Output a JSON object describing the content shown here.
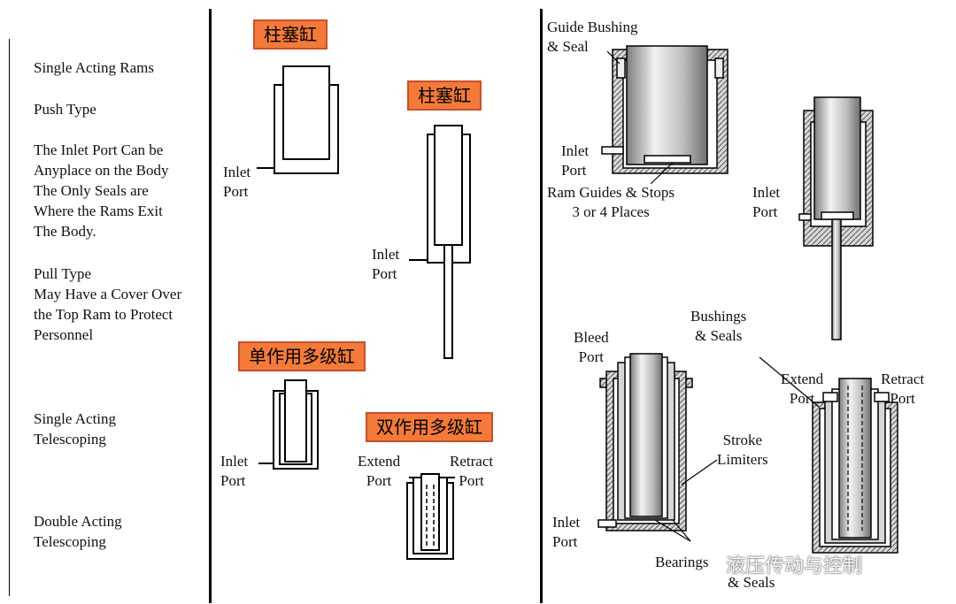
{
  "left": {
    "single_acting_rams": "Single Acting Rams",
    "push_type": "Push Type",
    "inlet_desc": "The Inlet Port Can be\nAnyplace on the Body\nThe Only Seals are\nWhere the Rams Exit\nThe Body.",
    "pull_type": "Pull Type\nMay Have a Cover Over\nthe Top Ram to Protect\nPersonnel",
    "single_telescoping": "Single Acting\nTelescoping",
    "double_telescoping": "Double Acting\nTelescoping"
  },
  "middle": {
    "badge_plunger_1": "柱塞缸",
    "badge_plunger_2": "柱塞缸",
    "badge_single_multi": "单作用多级缸",
    "badge_double_multi": "双作用多级缸",
    "inlet_port_1": "Inlet\nPort",
    "inlet_port_2": "Inlet\nPort",
    "inlet_port_3": "Inlet\nPort",
    "extend_port": "Extend\nPort",
    "retract_port": "Retract\nPort"
  },
  "right": {
    "guide_bushing": "Guide Bushing\n& Seal",
    "inlet_port_a": "Inlet\nPort",
    "ram_guides": "Ram Guides & Stops\n3 or 4 Places",
    "inlet_port_b": "Inlet\nPort",
    "bushings_seals": "Bushings\n& Seals",
    "bleed_port": "Bleed\nPort",
    "extend_port": "Extend\nPort",
    "retract_port": "Retract\nPort",
    "stroke_limiters": "Stroke\nLimiters",
    "inlet_port_c": "Inlet\nPort",
    "bearings": "Bearings",
    "seals": "& Seals"
  },
  "watermark": "液压传动与控制",
  "colors": {
    "badge_fill": "#f47a3a",
    "badge_border": "#c9502a",
    "metal": "#b0b0b0"
  }
}
